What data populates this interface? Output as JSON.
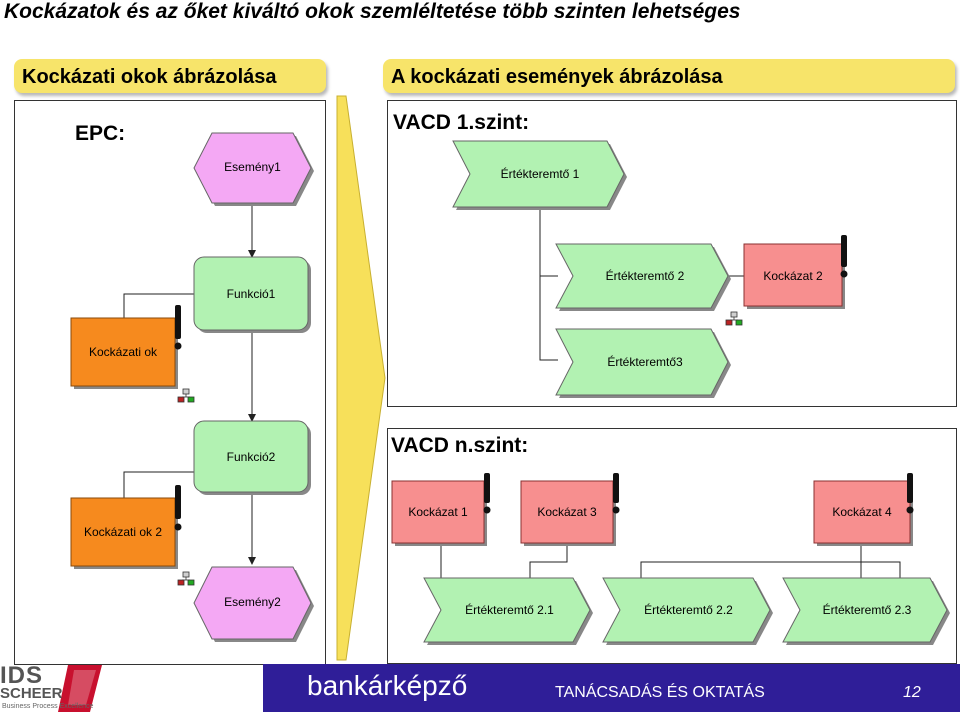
{
  "page_title": "Kockázatok és az őket kiváltó okok szemléltetése több szinten lehetséges",
  "left_header": "Kockázati okok ábrázolása",
  "right_header": "A kockázati események ábrázolása",
  "epc": {
    "label": "EPC:",
    "event1": "Esemény1",
    "function1": "Funkció1",
    "risk_cause1": "Kockázati ok",
    "function2": "Funkció2",
    "risk_cause2": "Kockázati ok 2",
    "event2": "Esemény2"
  },
  "vacd1": {
    "label": "VACD 1.szint:",
    "value_creator1": "Értékteremtő 1",
    "value_creator2": "Értékteremtő 2",
    "value_creator3": "Értékteremtő3",
    "risk2": "Kockázat 2"
  },
  "vacdn": {
    "label": "VACD n.szint:",
    "risk1": "Kockázat 1",
    "risk3": "Kockázat 3",
    "risk4": "Kockázat 4",
    "vc21": "Értékteremtő 2.1",
    "vc22": "Értékteremtő 2.2",
    "vc23": "Értékteremtő 2.3"
  },
  "footer": {
    "brand": "bankárképző",
    "tagline": "TANÁCSADÁS ÉS OKTATÁS",
    "page_number": "12"
  },
  "logo": {
    "text_top": "IDS",
    "text_bottom": "SCHEER",
    "tagline": "Business Process Excellence"
  },
  "colors": {
    "event": "#f4a8f4",
    "function": "#b2f2b2",
    "risk_cause": "#f68a1e",
    "risk": "#f78f8f",
    "value_creator": "#b2f2b2",
    "header": "#f7e46a",
    "footer": "#2f1e98"
  }
}
